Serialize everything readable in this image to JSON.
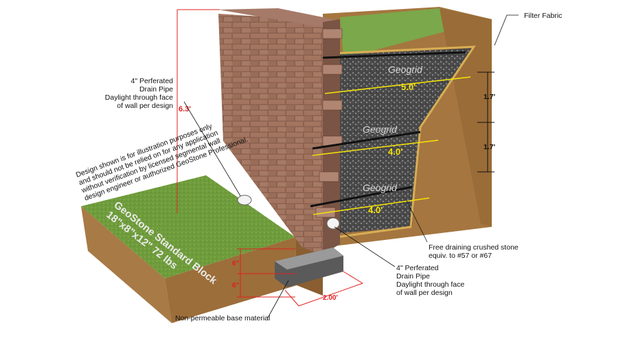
{
  "labels": {
    "filter_fabric": "Filter Fabric",
    "drain_upper": [
      "4\" Perferated",
      "Drain Pipe",
      "Daylight through face",
      "of wall per design"
    ],
    "drain_lower": [
      "4\" Perferated",
      "Drain Pipe",
      "Daylight through face",
      "of wall per design"
    ],
    "stone": [
      "Free draining crushed stone",
      "equiv. to #57 or #67"
    ],
    "base": "Non-permeable base material",
    "disclaimer": [
      "Design shown is for illustration purposes only",
      "and should not be relied on for any application",
      "without verification by licensed segmental wall",
      "design engineer or authorized GeoStone Professional."
    ],
    "block_stamp": [
      "GeoStone Standard Block",
      "18\"x8\"x12\" 72 lbs"
    ],
    "geogrid": "Geogrid"
  },
  "dimensions": {
    "wall_height": "6.3'",
    "grid_lengths": [
      "5.0'",
      "4.0'",
      "4.0'"
    ],
    "grid_spacing": [
      "1.7'",
      "1.7'"
    ],
    "embed_top": "6\"",
    "embed_bottom": "6\"",
    "base_width": "2.00'"
  },
  "colors": {
    "grass": "#6d9b3a",
    "soil": "#a87a45",
    "block": "#9b6e55",
    "gravel": "#4a4a4a",
    "dimension_red": "#e02020",
    "dimension_yellow": "#f2e20a",
    "geogrid": "#1a1a1a",
    "filter_fabric": "#d2a850"
  }
}
